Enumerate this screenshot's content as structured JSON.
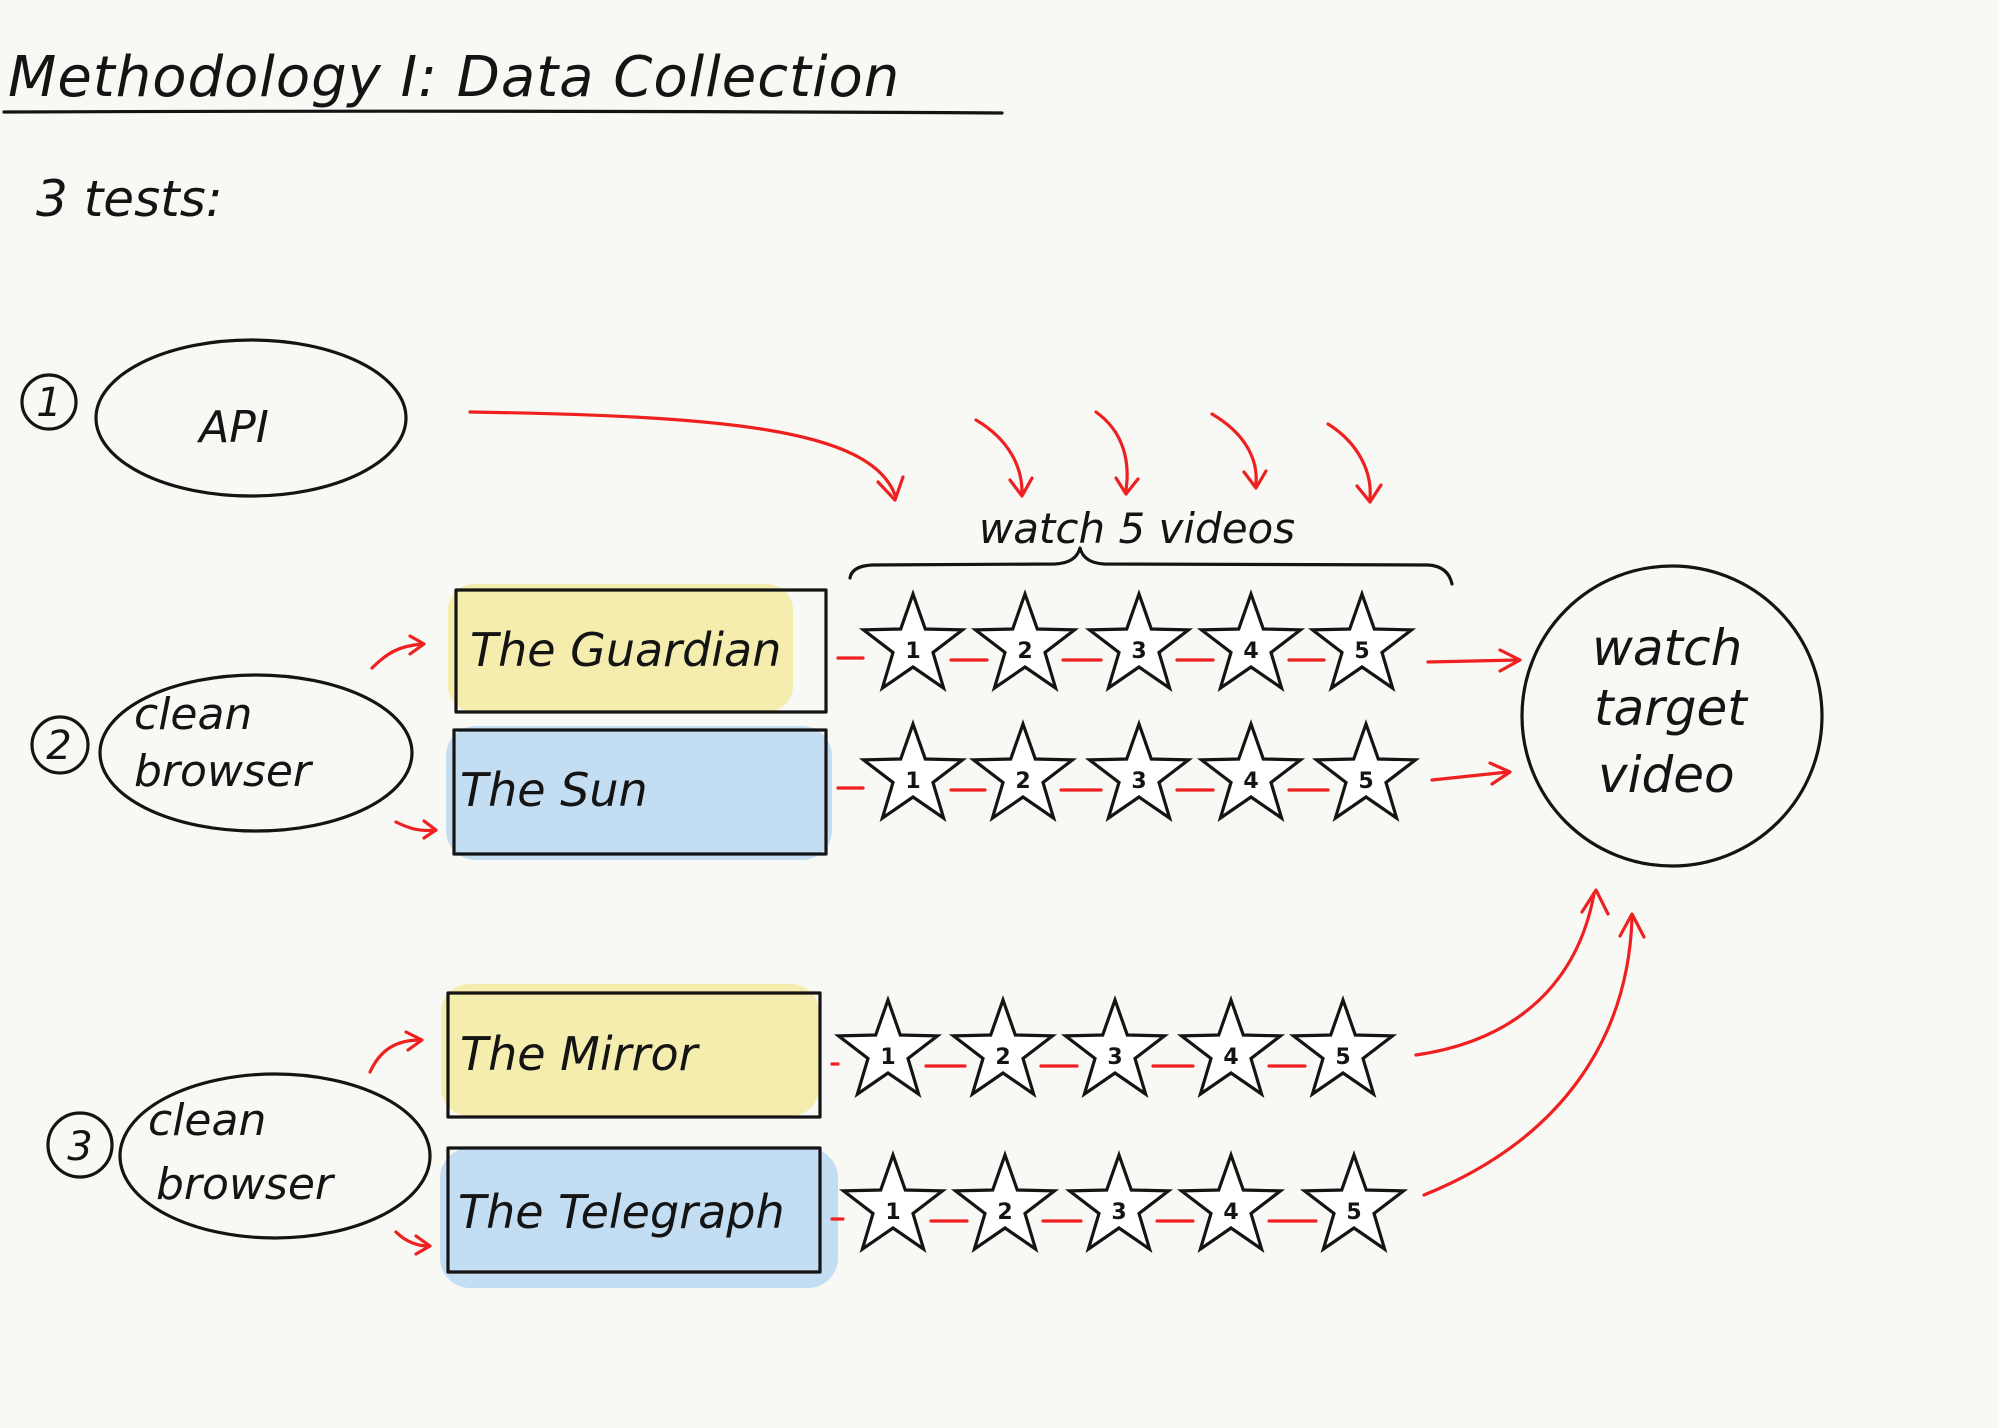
{
  "title": "Methodology I: Data Collection",
  "subtitle": "3 tests:",
  "tests": [
    {
      "number": "1",
      "label": "API"
    },
    {
      "number": "2",
      "label_line1": "clean",
      "label_line2": "browser"
    },
    {
      "number": "3",
      "label_line1": "clean",
      "label_line2": "browser"
    }
  ],
  "outlets": [
    {
      "name": "The Guardian",
      "highlight": "#f3eba6"
    },
    {
      "name": "The Sun",
      "highlight": "#bcd9f2"
    },
    {
      "name": "The Mirror",
      "highlight": "#f3eba6"
    },
    {
      "name": "The Telegraph",
      "highlight": "#bcd9f2"
    }
  ],
  "stars": [
    "1",
    "2",
    "3",
    "4",
    "5"
  ],
  "brace_label": "watch 5 videos",
  "target": {
    "line1": "watch",
    "line2": "target",
    "line3": "video"
  },
  "colors": {
    "arrow": "#ee2020",
    "ink": "#141414"
  }
}
